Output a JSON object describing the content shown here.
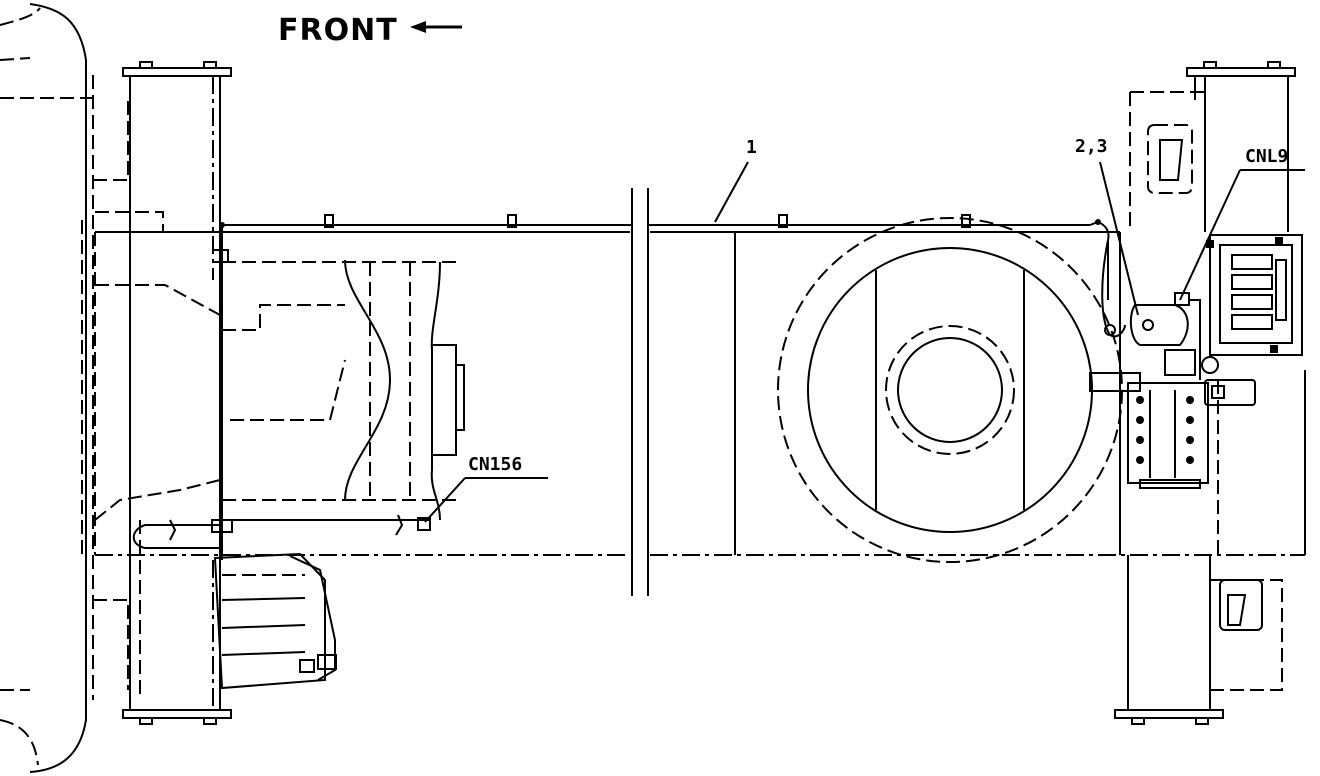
{
  "diagram": {
    "direction_label": "FRONT",
    "callouts": {
      "harness": "1",
      "sensor": "2,3",
      "connector_cnl9": "CNL9",
      "connector_cn156": "CN156"
    }
  }
}
